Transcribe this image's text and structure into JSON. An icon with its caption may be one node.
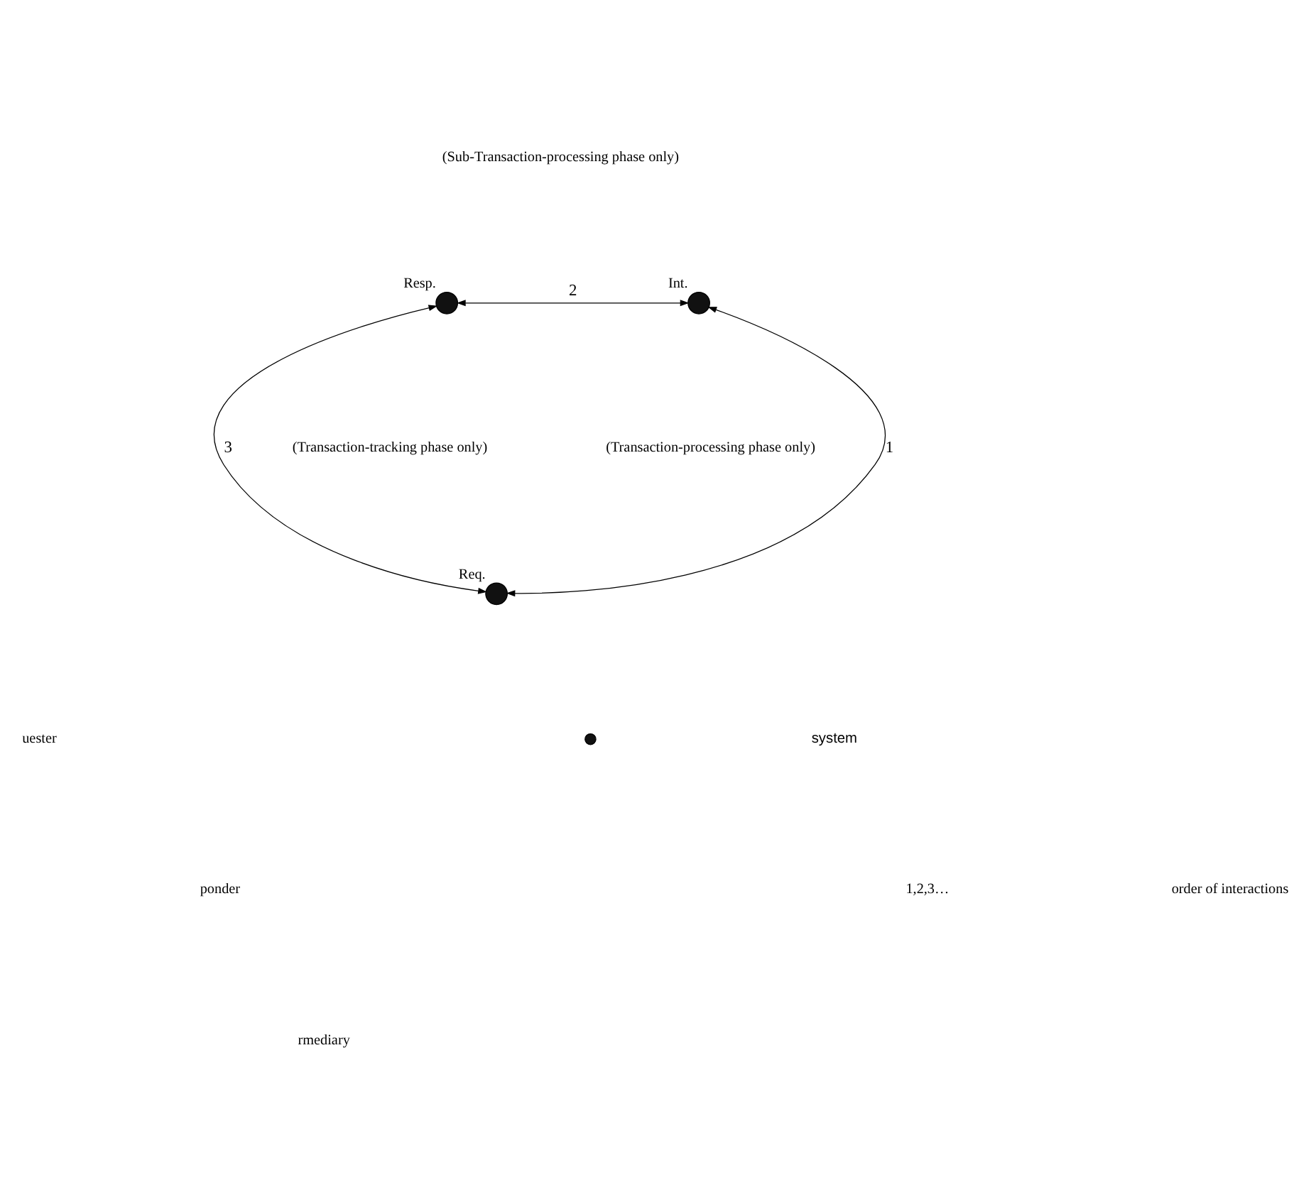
{
  "diagram": {
    "nodes": [
      {
        "text": [],
        "shape": "circle",
        "beside": [
          "Resp."
        ]
      },
      {
        "text": [],
        "shape": "circle",
        "beside": [
          "Int."
        ]
      },
      {
        "text": [],
        "shape": "circle",
        "beside": [
          "Req."
        ]
      }
    ],
    "edges": [
      {
        "from": 2,
        "to": 1,
        "arrow": "both",
        "label": "1"
      },
      {
        "from": 0,
        "to": 1,
        "arrow": "both",
        "label": "2"
      },
      {
        "from": 0,
        "to": 2,
        "arrow": "both",
        "label": "3"
      }
    ],
    "labels": [
      "(Sub-Transaction-processing phase only)",
      "(Transaction-tracking phase only)",
      "(Transaction-processing phase only)",
      "uester",
      "ponder",
      "rmediary",
      "1,2,3…",
      "order of interactions"
    ],
    "legend": [
      {
        "text": "system"
      }
    ]
  }
}
